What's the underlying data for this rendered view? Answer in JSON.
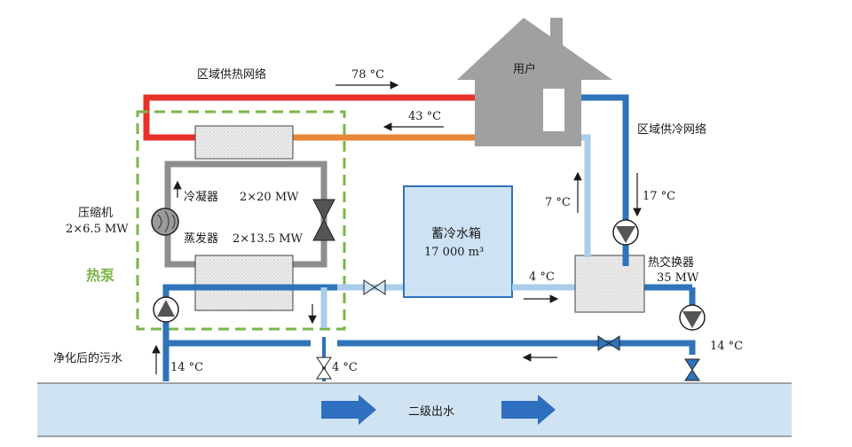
{
  "labels": {
    "district_heating": "区域供热网络",
    "district_cooling": "区域供冷网络",
    "user": "用户",
    "compressor": "压缩机",
    "compressor_power": "2×6.5 MW",
    "condenser": "冷凝器",
    "condenser_power": "2×20 MW",
    "evaporator": "蒸发器",
    "evaporator_power": "2×13.5 MW",
    "heat_pump": "热泵",
    "storage_tank": "蓄冷水箱",
    "storage_volume": "17 000 m³",
    "heat_exchanger": "热交换器",
    "heat_exchanger_power": "35 MW",
    "treated_sewage": "净化后的污水",
    "secondary_effluent": "二级出水"
  },
  "temperatures": {
    "supply_heat": "78 °C",
    "return_heat": "43 °C",
    "cooling_supply": "7 °C",
    "cooling_return": "17 °C",
    "storage_out": "4 °C",
    "hx_return": "14 °C",
    "sewage_in": "14 °C",
    "sewage_out": "4 °C"
  },
  "colors": {
    "hot_supply": "#e8312a",
    "warm_return": "#e8873a",
    "cold_blue": "#2f73b8",
    "light_blue": "#a9cdea",
    "grey_loop": "#8e8e8e",
    "house": "#a0a0a0",
    "heat_pump_border": "#7ab648",
    "river": "#cfe3f3",
    "river_arrow": "#2f6fbf"
  }
}
